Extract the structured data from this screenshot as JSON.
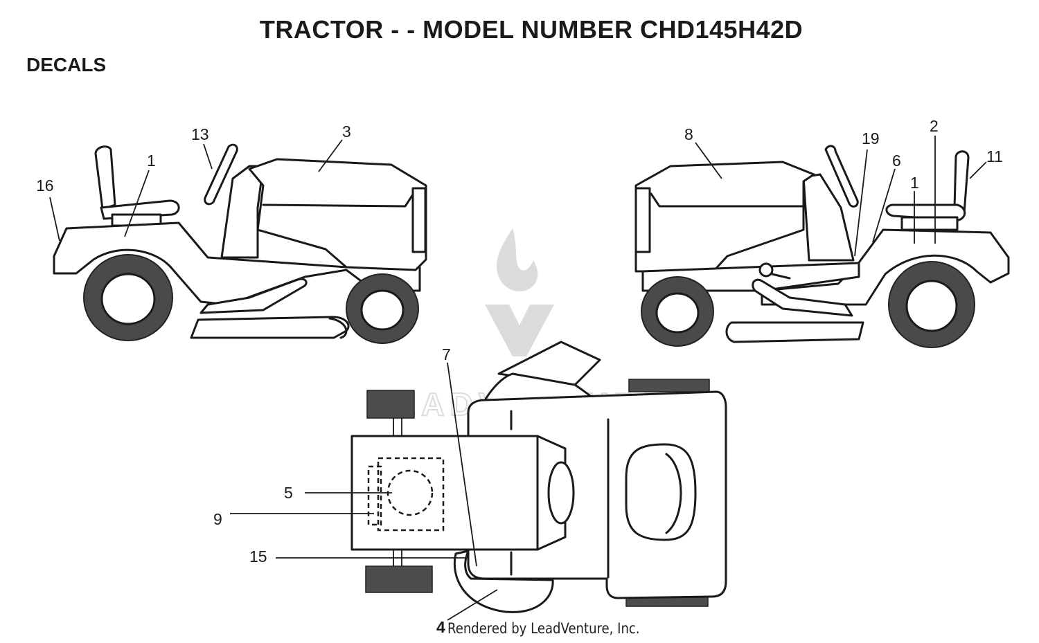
{
  "header": {
    "title": "TRACTOR - - MODEL NUMBER CHD145H42D",
    "section": "DECALS"
  },
  "callouts": {
    "left_view": [
      "16",
      "1",
      "13",
      "3"
    ],
    "right_view": [
      "8",
      "19",
      "2",
      "6",
      "11",
      "1"
    ],
    "top_view": [
      "7",
      "5",
      "9",
      "15",
      "4"
    ]
  },
  "watermark": {
    "text": "LEADVENTURE",
    "icon": "leadventure-flame-logo"
  },
  "footer": {
    "credit": "Rendered by LeadVenture, Inc."
  }
}
